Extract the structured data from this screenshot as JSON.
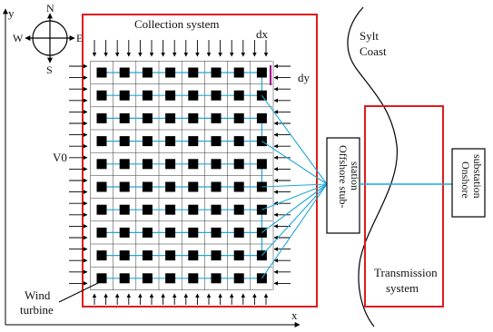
{
  "labels": {
    "collection": "Collection system",
    "dx": "dx",
    "dy": "dy",
    "v0": "V0",
    "wind1": "Wind",
    "wind2": "turbine",
    "offshore1": "Offshore stub-",
    "offshore2": "station",
    "onshore1": "Onshore",
    "onshore2": "substation",
    "sylt1": "Sylt",
    "sylt2": "Coast",
    "trans1": "Transmission",
    "trans2": "system",
    "axis_x": "x",
    "axis_y": "y"
  },
  "compass": {
    "n": "N",
    "s": "S",
    "e": "E",
    "w": "W"
  },
  "colors": {
    "boundary": "#e01b1b",
    "cable": "#1fa8d8",
    "spacing_marker": "#a0208c",
    "turbine": "#000000",
    "grid": "#333333"
  },
  "farm": {
    "rows": 10,
    "cols": 8,
    "strings": 10
  },
  "icons": {
    "turbine": "black-square-icon",
    "wind": "arrow-icon",
    "compass": "compass-rose-icon"
  }
}
